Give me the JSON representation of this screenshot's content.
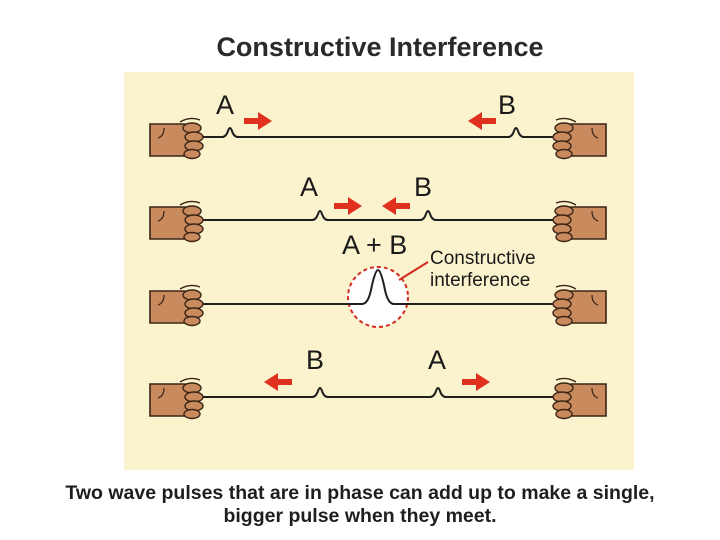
{
  "title": "Constructive Interference",
  "rows": [
    {
      "left_label": "A",
      "right_label": "B"
    },
    {
      "left_label": "A",
      "right_label": "B"
    },
    {
      "center_label": "A + B"
    },
    {
      "left_label": "B",
      "right_label": "A"
    }
  ],
  "annotation": {
    "line1": "Constructive",
    "line2": "interference"
  },
  "caption": {
    "line1": "Two wave pulses that are in phase can add up to make a single,",
    "line2": "bigger pulse when they meet."
  },
  "colors": {
    "panel": "#fbf3cd",
    "arrow": "#e0301e",
    "circle": "#d42b1f",
    "hand": "#c98a5e"
  }
}
